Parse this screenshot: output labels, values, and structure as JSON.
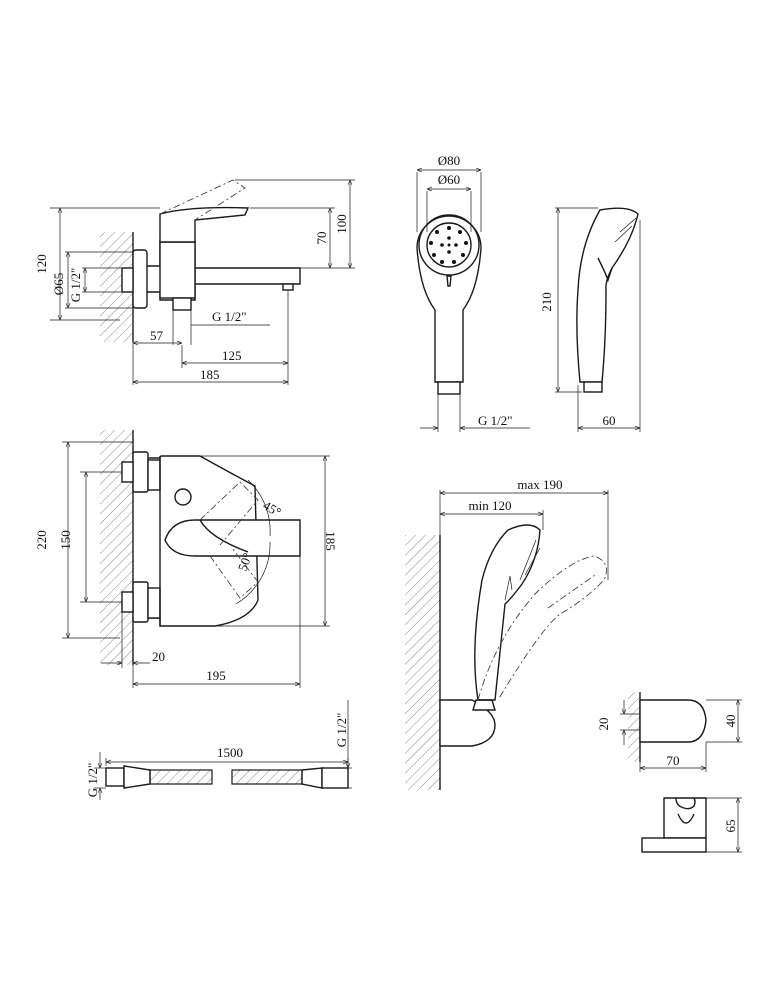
{
  "faucet_side": {
    "d120": "120",
    "d65": "Ø65",
    "g_half_v": "G 1/2\"",
    "d70": "70",
    "d100": "100",
    "g_half_h": "G 1/2\"",
    "d57": "57",
    "d125": "125",
    "d185": "185"
  },
  "shower_head": {
    "d80": "Ø80",
    "d60": "Ø60",
    "g_half": "G 1/2\""
  },
  "shower_side": {
    "d210": "210",
    "d60": "60"
  },
  "faucet_front": {
    "d220": "220",
    "d150": "150",
    "d185": "185",
    "a45": "45°",
    "a50": "50°",
    "d20": "20",
    "d195": "195"
  },
  "holder_range": {
    "max": "max 190",
    "min": "min 120"
  },
  "hose": {
    "length": "1500",
    "g_left": "G 1/2\"",
    "g_right": "G 1/2\""
  },
  "bracket": {
    "d20": "20",
    "d40": "40",
    "d70": "70",
    "d65": "65"
  }
}
